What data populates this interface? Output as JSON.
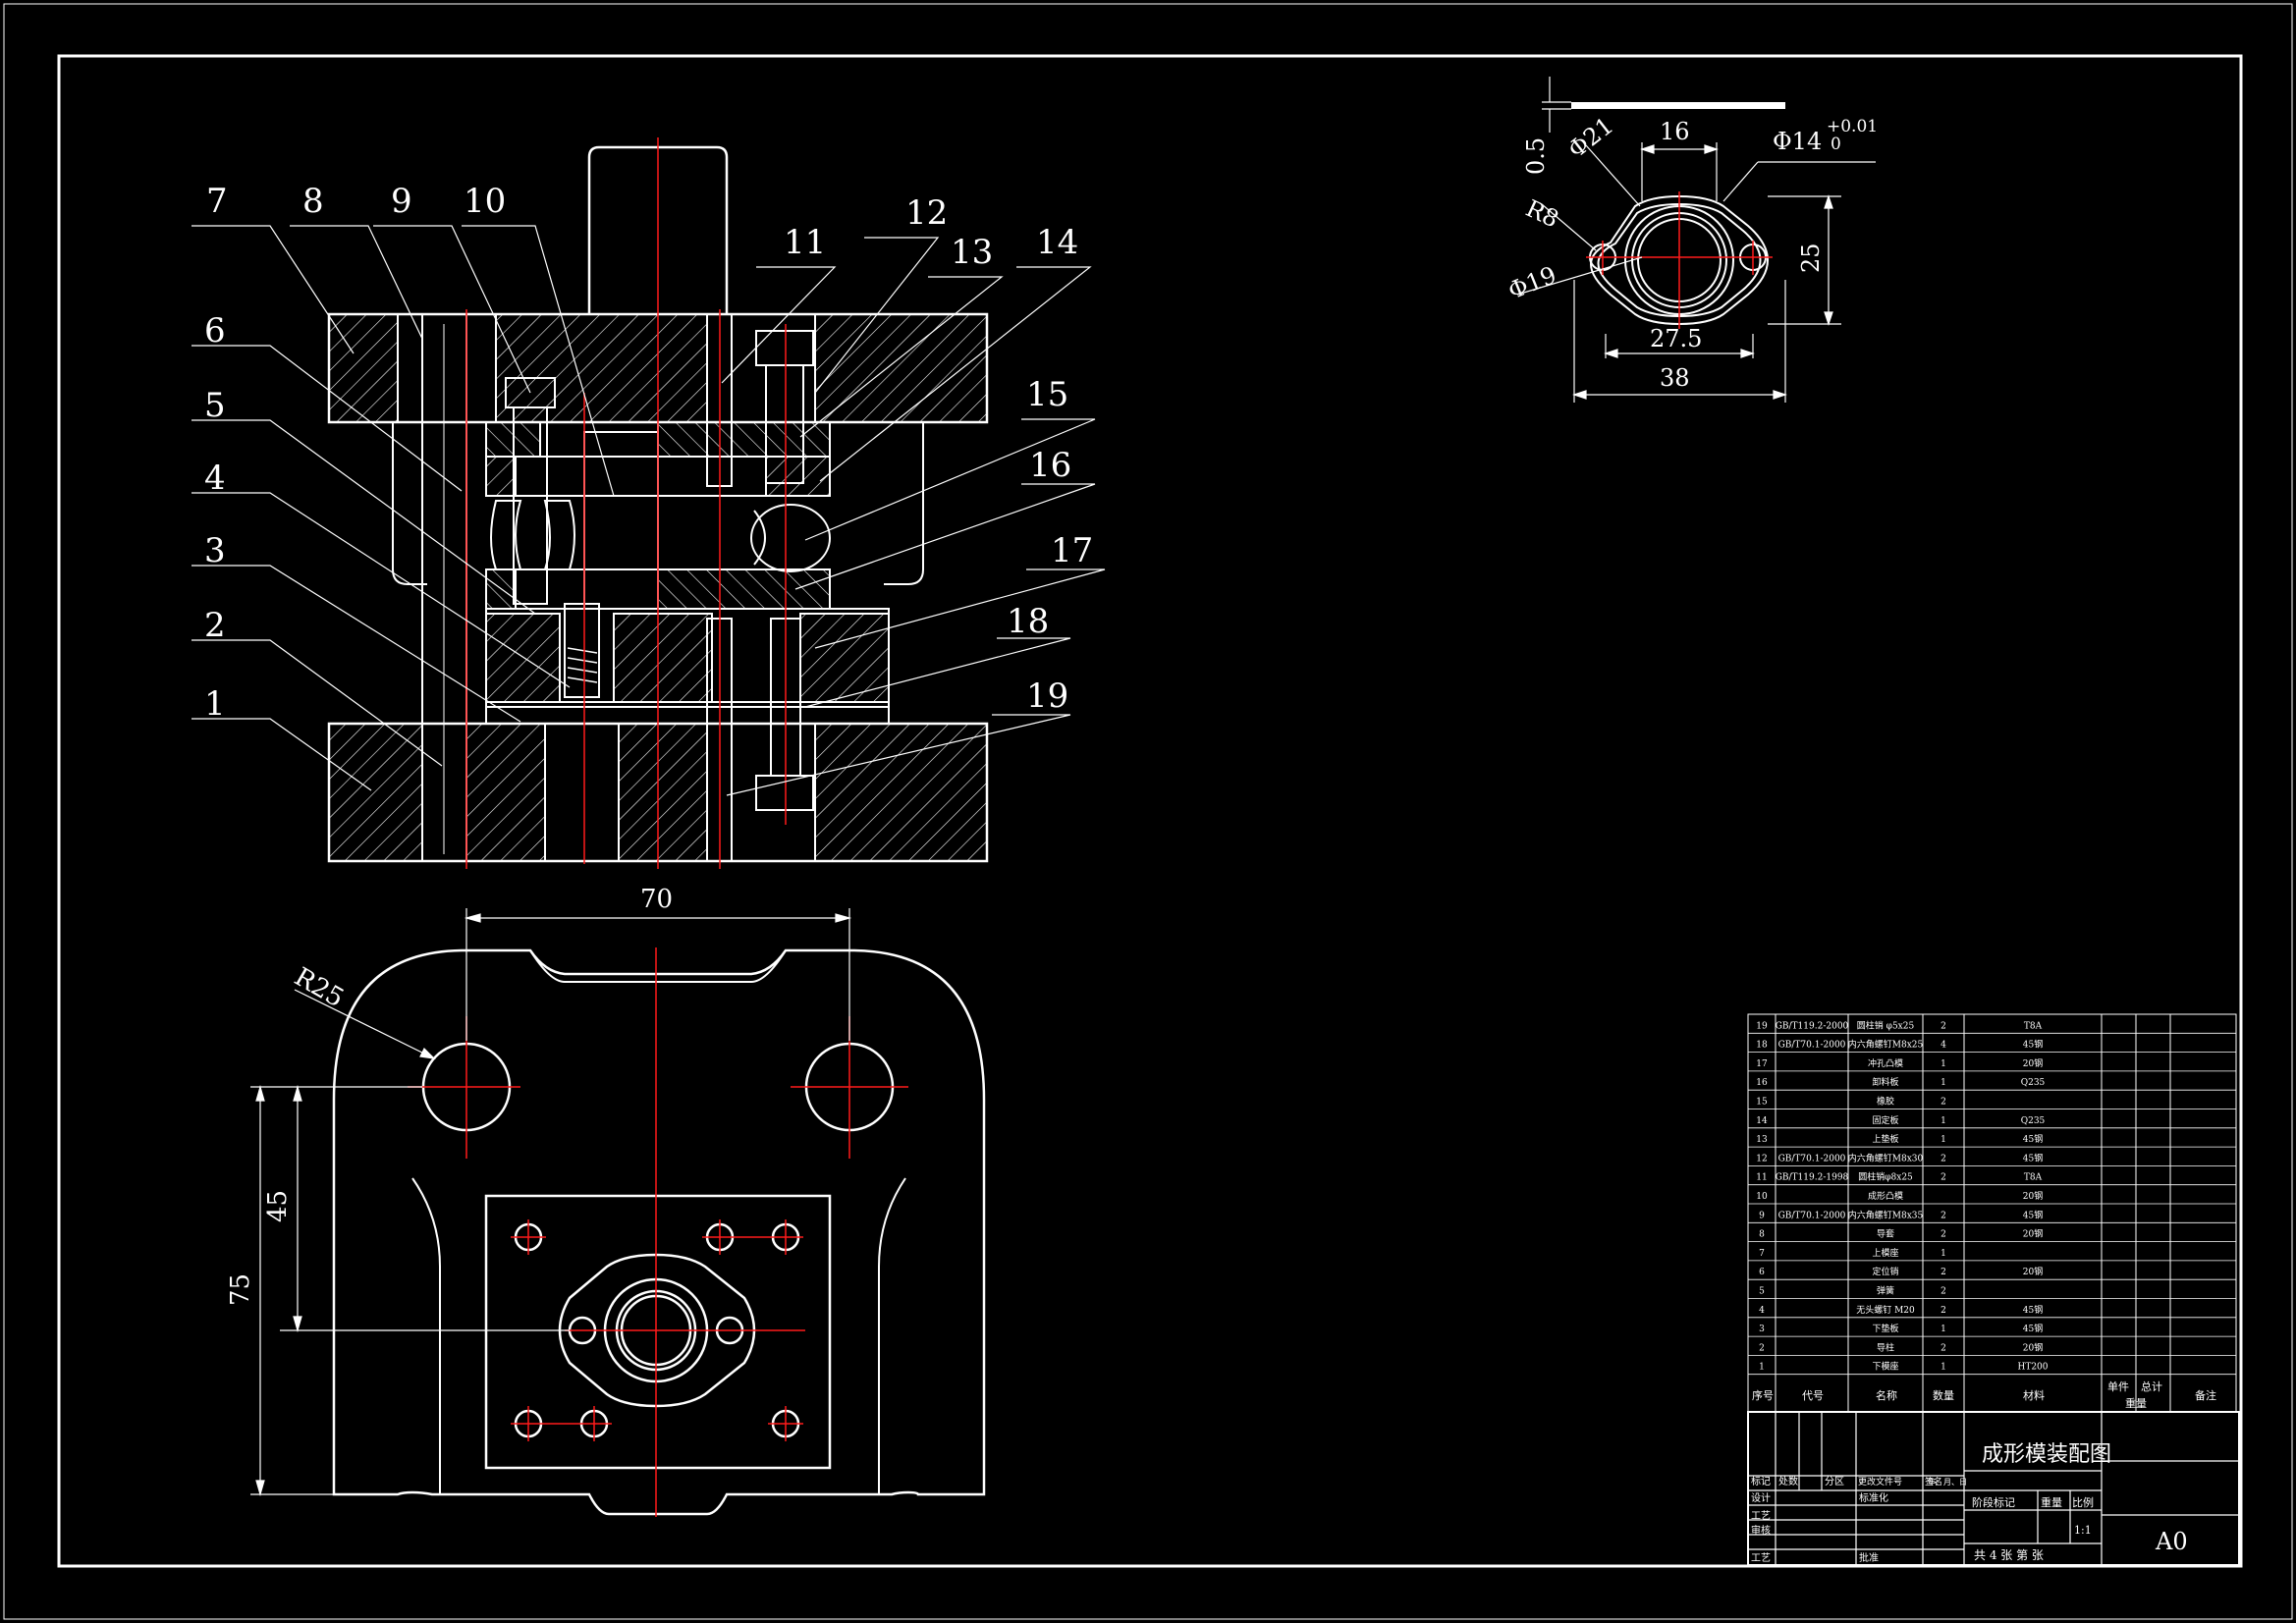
{
  "drawing": {
    "title": "成形模装配图",
    "sheet_size": "A0",
    "scale": "1:1",
    "sheet_info": "共 4 张 第 张"
  },
  "balloons": [
    "1",
    "2",
    "3",
    "4",
    "5",
    "6",
    "7",
    "8",
    "9",
    "10",
    "11",
    "12",
    "13",
    "14",
    "15",
    "16",
    "17",
    "18",
    "19"
  ],
  "plan_dims": {
    "width": "70",
    "radius": "R25",
    "height_inner": "45",
    "height_outer": "75"
  },
  "part_dims": {
    "thickness": "0.5",
    "slot": "16",
    "bore": "Φ14",
    "bore_tol_upper": "+0.01",
    "bore_tol_lower": "0",
    "flange_dia": "Φ21",
    "radius": "R8",
    "hole_circle": "Φ19",
    "height": "25",
    "pitch": "27.5",
    "length": "38"
  },
  "bom": {
    "headers": [
      "序号",
      "代号",
      "名称",
      "数量",
      "材料",
      "单件",
      "总计",
      "重量",
      "备注"
    ],
    "rows": [
      {
        "no": "19",
        "code": "GB/T119.2-2000",
        "name": "圆柱销 φ5x25",
        "qty": "2",
        "mat": "T8A"
      },
      {
        "no": "18",
        "code": "GB/T70.1-2000",
        "name": "内六角螺钉M8x25",
        "qty": "4",
        "mat": "45钢"
      },
      {
        "no": "17",
        "code": "",
        "name": "冲孔凸模",
        "qty": "1",
        "mat": "20钢"
      },
      {
        "no": "16",
        "code": "",
        "name": "卸料板",
        "qty": "1",
        "mat": "Q235"
      },
      {
        "no": "15",
        "code": "",
        "name": "橡胶",
        "qty": "2",
        "mat": ""
      },
      {
        "no": "14",
        "code": "",
        "name": "固定板",
        "qty": "1",
        "mat": "Q235"
      },
      {
        "no": "13",
        "code": "",
        "name": "上垫板",
        "qty": "1",
        "mat": "45钢"
      },
      {
        "no": "12",
        "code": "GB/T70.1-2000",
        "name": "内六角螺钉M8x30",
        "qty": "2",
        "mat": "45钢"
      },
      {
        "no": "11",
        "code": "GB/T119.2-1998",
        "name": "圆柱销φ8x25",
        "qty": "2",
        "mat": "T8A"
      },
      {
        "no": "10",
        "code": "",
        "name": "成形凸模",
        "qty": "",
        "mat": "20钢"
      },
      {
        "no": "9",
        "code": "GB/T70.1-2000",
        "name": "内六角螺钉M8x35",
        "qty": "2",
        "mat": "45钢"
      },
      {
        "no": "8",
        "code": "",
        "name": "导套",
        "qty": "2",
        "mat": "20钢"
      },
      {
        "no": "7",
        "code": "",
        "name": "上模座",
        "qty": "1",
        "mat": ""
      },
      {
        "no": "6",
        "code": "",
        "name": "定位销",
        "qty": "2",
        "mat": "20钢"
      },
      {
        "no": "5",
        "code": "",
        "name": "弹簧",
        "qty": "2",
        "mat": ""
      },
      {
        "no": "4",
        "code": "",
        "name": "无头螺钉 M20",
        "qty": "2",
        "mat": "45钢"
      },
      {
        "no": "3",
        "code": "",
        "name": "下垫板",
        "qty": "1",
        "mat": "45钢"
      },
      {
        "no": "2",
        "code": "",
        "name": "导柱",
        "qty": "2",
        "mat": "20钢"
      },
      {
        "no": "1",
        "code": "",
        "name": "下模座",
        "qty": "1",
        "mat": "HT200"
      }
    ]
  },
  "title_block": {
    "row_labels": [
      "标记",
      "处数",
      "分区",
      "更改文件号",
      "签名",
      "年、月、日"
    ],
    "left_labels": [
      "设计",
      "工艺",
      "审核",
      "工艺"
    ],
    "std_label": "标准化",
    "approve_label": "批准",
    "stage_label": "阶段标记",
    "weight_label": "重量",
    "scale_label": "比例"
  }
}
